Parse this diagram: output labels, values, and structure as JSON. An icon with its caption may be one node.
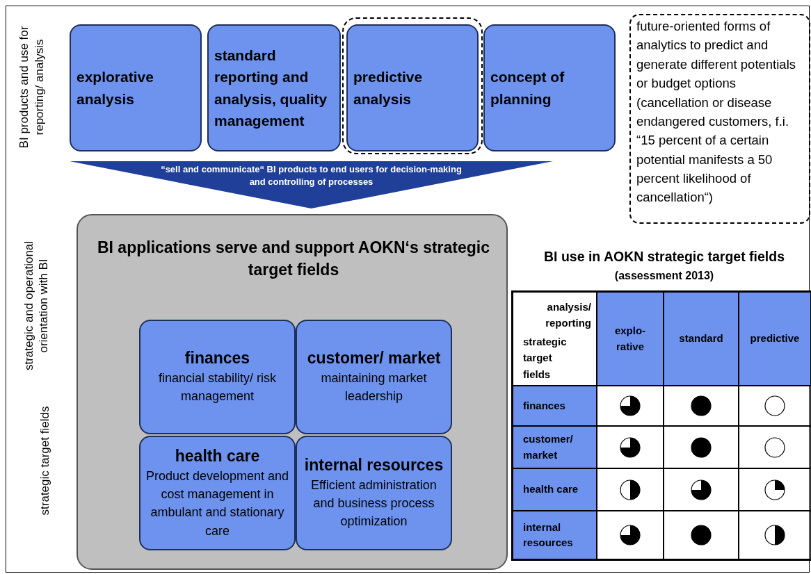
{
  "diagram": {
    "nodes": [
      {
        "text": [
          "explorative analysis"
        ]
      },
      {
        "text": [
          "standard reporting and analysis, quality management"
        ]
      },
      {
        "text": [
          "predictive analysis"
        ]
      },
      {
        "text": [
          "concept of planning"
        ]
      },
      {
        "text": [
          "future-oriented forms of analytics to predict and generate different potentials or budget options (cancellation or disease endangered customers, f.i. “15 percent of a certain potential manifests a 50 percent likelihood of cancellation“)"
        ]
      },
      {
        "text": [
          "“sell and communicate“ BI products to end users for decision-making and controlling of processes"
        ]
      },
      {
        "text": [
          "BI applications serve and support AOKN‘s strategic target fields"
        ]
      },
      {
        "text": [
          "finances",
          "financial stability/ risk management"
        ],
        "in": 6
      },
      {
        "text": [
          "customer/ market",
          "maintaining market leadership"
        ],
        "in": 6
      },
      {
        "text": [
          "health care",
          "Product development and cost management in ambulant and stationary care"
        ],
        "in": 6
      },
      {
        "text": [
          "internal resources",
          "Efficient administration and business process optimization"
        ],
        "in": 6
      }
    ],
    "labels": [
      "BI products and use for reporting/ analysis",
      "strategic and operational orientation with BI",
      "strategic target fields",
      "BI use in AOKN strategic target fields",
      "(assessment 2013)",
      "analysis/ reporting",
      "strategic target fields",
      "explo- rative",
      "standard",
      "predictive",
      "finances",
      "customer/ market",
      "health care",
      "internal resources"
    ]
  }
}
